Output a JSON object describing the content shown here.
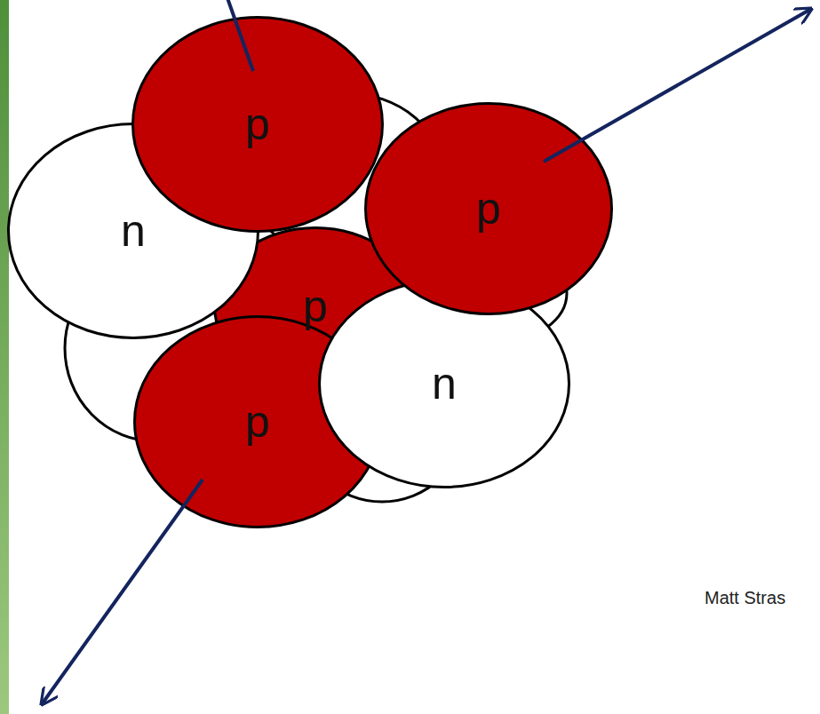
{
  "diagram": {
    "nodes": [
      {
        "text": [
          "p"
        ]
      },
      {
        "text": [
          "n"
        ]
      },
      {
        "text": [
          "p"
        ]
      },
      {
        "text": [
          "p"
        ]
      },
      {
        "text": [
          "p"
        ]
      },
      {
        "text": [
          "n"
        ]
      }
    ],
    "labels": [
      "Matt Stras"
    ]
  }
}
